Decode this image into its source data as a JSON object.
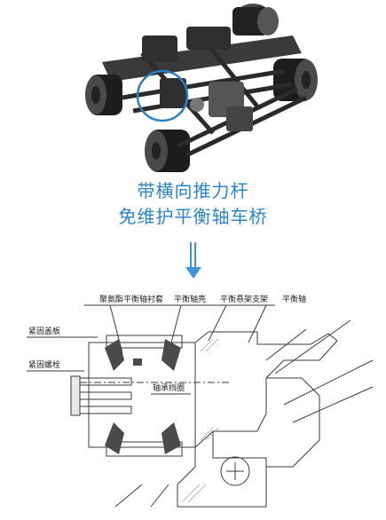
{
  "caption": {
    "line1": "带横向推力杆",
    "line2": "免维护平衡轴车桥"
  },
  "diagram": {
    "top_labels": {
      "bushing": "聚氨酯平衡轴衬套",
      "shell": "平衡轴壳",
      "bracket": "平衡悬架支架",
      "shaft": "平衡轴"
    },
    "side_labels": {
      "cover": "紧固盖板",
      "bolt": "紧固螺栓"
    },
    "inner_label": "轴承挡圈"
  },
  "colors": {
    "caption_blue": "#2a86c9",
    "arrow_blue": "#3d95d6",
    "highlight_circle": "#2a7fc4",
    "line": "#3a3a3a"
  }
}
